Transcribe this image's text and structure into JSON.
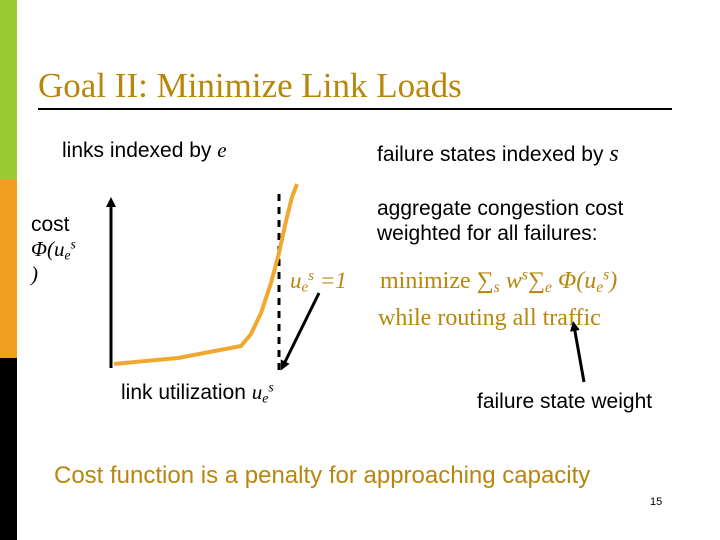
{
  "slide": {
    "title": "Goal II: Minimize Link Loads",
    "links_label": "links indexed by",
    "links_var": "e",
    "failure_label": "failure states indexed by",
    "failure_var": "s",
    "cost_label": "cost",
    "cost_func": "Φ(u",
    "cost_sub": "e",
    "cost_sup": "s",
    "cost_close": ")",
    "aggregate_line1": "aggregate congestion cost",
    "aggregate_line2": "weighted for all failures:",
    "eq_u": "u",
    "eq_sub": "e",
    "eq_sup": "s",
    "eq_rest": "=1",
    "minimize_word": "minimize",
    "sum1": "∑",
    "sum1_sub": "s",
    "w": "w",
    "w_sup": "s",
    "sum2": "∑",
    "sum2_sub": "e",
    "phi": "Φ(u",
    "phi_sub": "e",
    "phi_sup": "s",
    "phi_close": ")",
    "routing_line": "while routing all traffic",
    "util_label": "link utilization",
    "util_var": "u",
    "util_sub": "e",
    "util_sup": "s",
    "weight_label": "failure state weight",
    "conclusion": "Cost function is a penalty for approaching capacity",
    "slide_number": "15"
  },
  "colors": {
    "accent": "#b8860b",
    "curve": "#f0a830",
    "stripe_green": "#99cc33",
    "stripe_orange": "#f0a020",
    "stripe_black": "#000000"
  }
}
